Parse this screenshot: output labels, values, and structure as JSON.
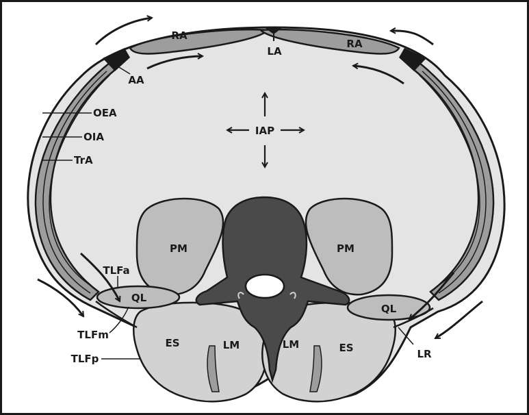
{
  "colors": {
    "frame": "#1a1a1a",
    "cavity": "#e4e4e4",
    "light_muscle": "#d2d2d2",
    "mid_muscle": "#bdbdbd",
    "dark_muscle": "#9d9d9d",
    "spine": "#4a4a4a",
    "outline": "#1a1a1a"
  },
  "labels": {
    "ra_left": "RA",
    "ra_right": "RA",
    "la": "LA",
    "aa": "AA",
    "oea": "OEA",
    "oia": "OIA",
    "tra": "TrA",
    "iap": "IAP",
    "pm_left": "PM",
    "pm_right": "PM",
    "tlfa": "TLFa",
    "ql_left": "QL",
    "ql_right": "QL",
    "tlfm": "TLFm",
    "tlfp": "TLFp",
    "es_left": "ES",
    "es_right": "ES",
    "lm_left": "LM",
    "lm_right": "LM",
    "lr": "LR"
  }
}
